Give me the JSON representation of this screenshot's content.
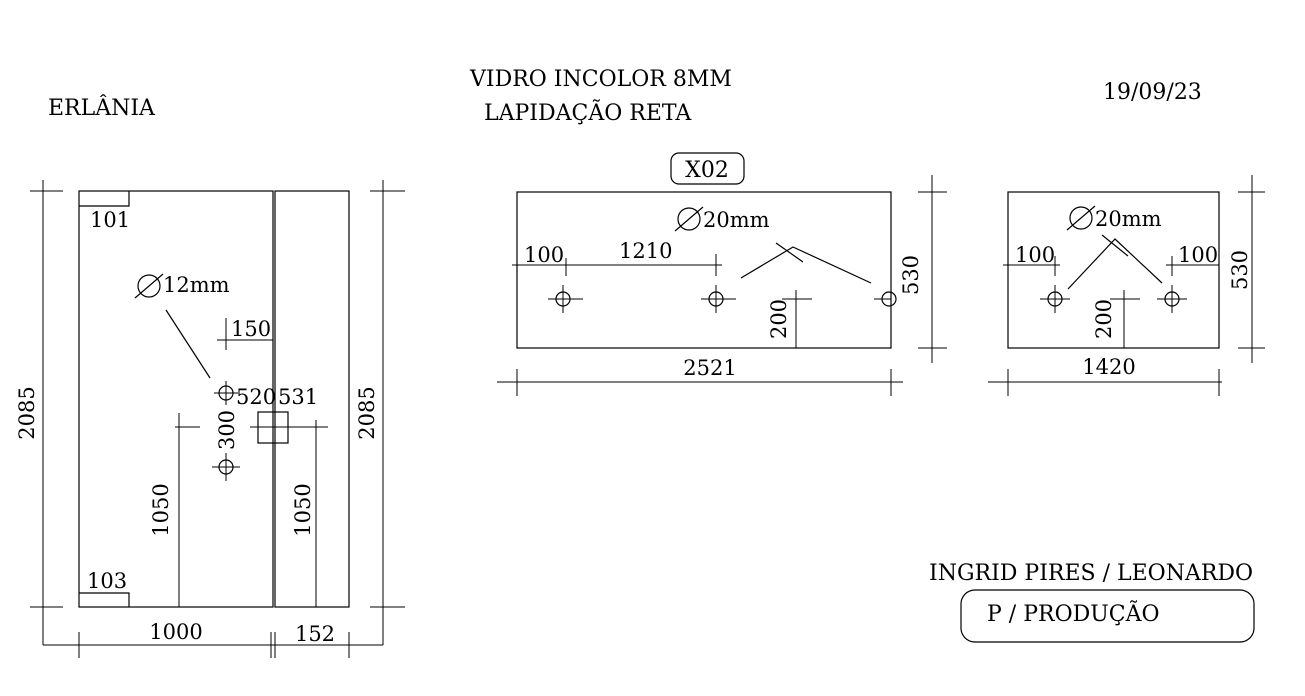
{
  "header": {
    "client": "ERLÂNIA",
    "material": "VIDRO INCOLOR 8MM",
    "finish": "LAPIDAÇÃO RETA",
    "date": "19/09/23"
  },
  "footer": {
    "people": "INGRID PIRES / LEONARDO",
    "stamp": "P / PRODUÇÃO"
  },
  "door": {
    "height_left": "2085",
    "height_right": "2085",
    "width_main": "1000",
    "width_side": "152",
    "hinge_top": "101",
    "hinge_bottom": "103",
    "hole": "12mm",
    "dim_150": "150",
    "dim_520": "520",
    "dim_531": "531",
    "dim_300": "300",
    "dim_1050_left": "1050",
    "dim_1050_right": "1050"
  },
  "panel_x02": {
    "tag": "X02",
    "hole": "20mm",
    "dim_100": "100",
    "dim_1210": "1210",
    "dim_200": "200",
    "height": "530",
    "width": "2521"
  },
  "panel_small": {
    "hole": "20mm",
    "dim_100_left": "100",
    "dim_100_right": "100",
    "dim_200": "200",
    "height": "530",
    "width": "1420"
  },
  "colors": {
    "ink": "#000000",
    "paper": "#ffffff"
  }
}
